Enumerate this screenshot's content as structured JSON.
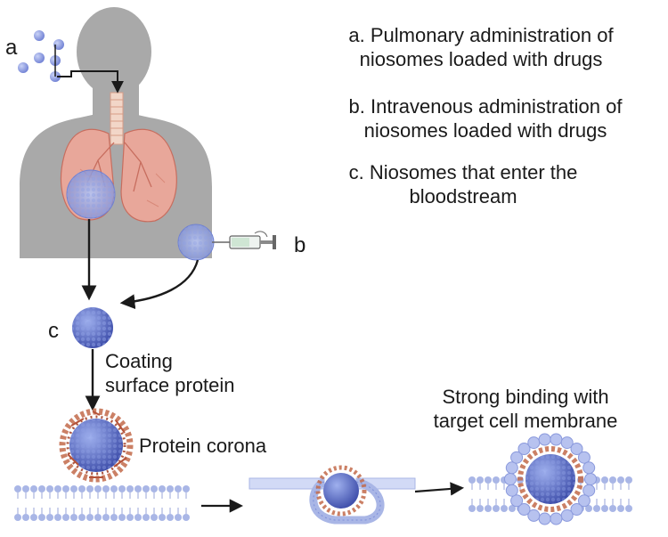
{
  "legend": {
    "a_line1": "a. Pulmonary administration of",
    "a_line2": "niosomes loaded with drugs",
    "b_line1": "b. Intravenous administration of",
    "b_line2": "niosomes loaded with drugs",
    "c_line1": "c. Niosomes that enter the",
    "c_line2": "bloodstream"
  },
  "markers": {
    "a": "a",
    "b": "b",
    "c": "c"
  },
  "steps": {
    "coating_line1": "Coating",
    "coating_line2": "surface protein",
    "corona": "Protein corona",
    "binding_line1": "Strong binding with",
    "binding_line2": "target cell membrane"
  },
  "colors": {
    "body_silhouette": "#a9a9a9",
    "lung": "#e8a79a",
    "niosome": "#5d6fc6",
    "membrane": "#a9b6e6",
    "protein": "#c26a4a",
    "arrow": "#1a1a1a"
  }
}
